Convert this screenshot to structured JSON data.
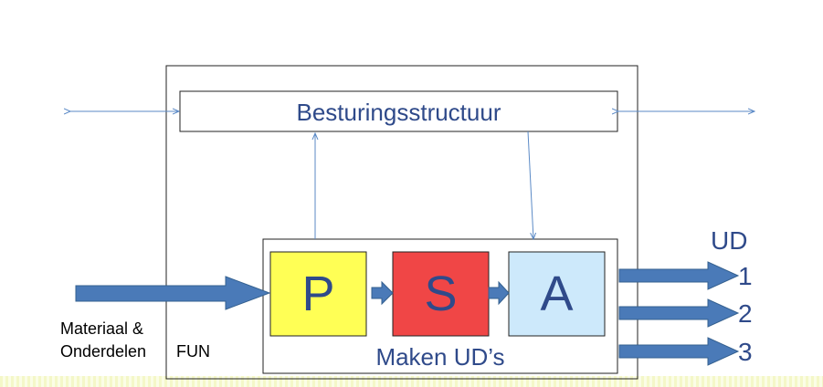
{
  "control_block": {
    "title": "Besturingsstructuur"
  },
  "process_block": {
    "title": "Maken UD’s",
    "steps": [
      {
        "letter": "P",
        "color": "#ffff55"
      },
      {
        "letter": "S",
        "color": "#f04646"
      },
      {
        "letter": "A",
        "color": "#cde9fb"
      }
    ]
  },
  "input": {
    "line1": "Materiaal &",
    "line2": "Onderdelen",
    "tag": "FUN"
  },
  "outputs": {
    "label": "UD",
    "items": [
      "1",
      "2",
      "3"
    ]
  },
  "colors": {
    "arrow_fill": "#4a7ab8",
    "arrow_stroke": "#34608f",
    "text_blue": "#2f4a8a",
    "thin_arrow": "#5b8ac6"
  }
}
